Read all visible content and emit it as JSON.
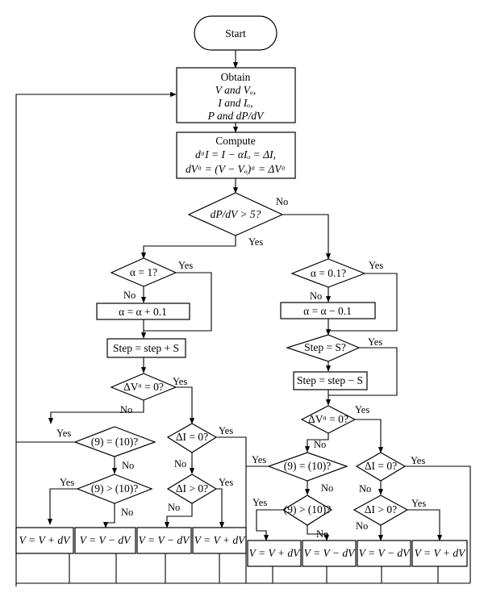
{
  "colors": {
    "yes": "#1a1acd",
    "no": "#e0161c"
  },
  "start": "Start",
  "obtain": [
    "Obtain",
    "V and Vₒ,",
    "I and Iₒ,",
    "P and dP/dV"
  ],
  "compute": [
    "Compute",
    "dᵅI = I − αIₒ = ΔI,",
    "dVᵅ = (V − Vₒ)ᵅ = ΔVᵅ"
  ],
  "decisions": {
    "dpdv": "dP/dV > 5?",
    "alpha1": "α = 1?",
    "alpha01": "α = 0.1?",
    "stepS": "Step = S?",
    "dvL": "ΔVᵅ = 0?",
    "dvR": "ΔVᵅ = 0?",
    "eqL": "(9) = (10)?",
    "gtL": "(9) > (10)?",
    "diL": "ΔI = 0?",
    "diGtL": "ΔI > 0?",
    "eqR": "(9) = (10)?",
    "gtR": "(9) > (10)?",
    "diR": "ΔI = 0?",
    "diGtR": "ΔI > 0?"
  },
  "processes": {
    "alphaInc": "α = α + 0.1",
    "alphaDec": "α = α − 0.1",
    "stepInc": "Step = step + S",
    "stepDec": "Step = step − S"
  },
  "outputs": {
    "plus": "V = V + dV",
    "minus": "V = V − dV"
  },
  "labels": {
    "yes": "Yes",
    "no": "No"
  }
}
